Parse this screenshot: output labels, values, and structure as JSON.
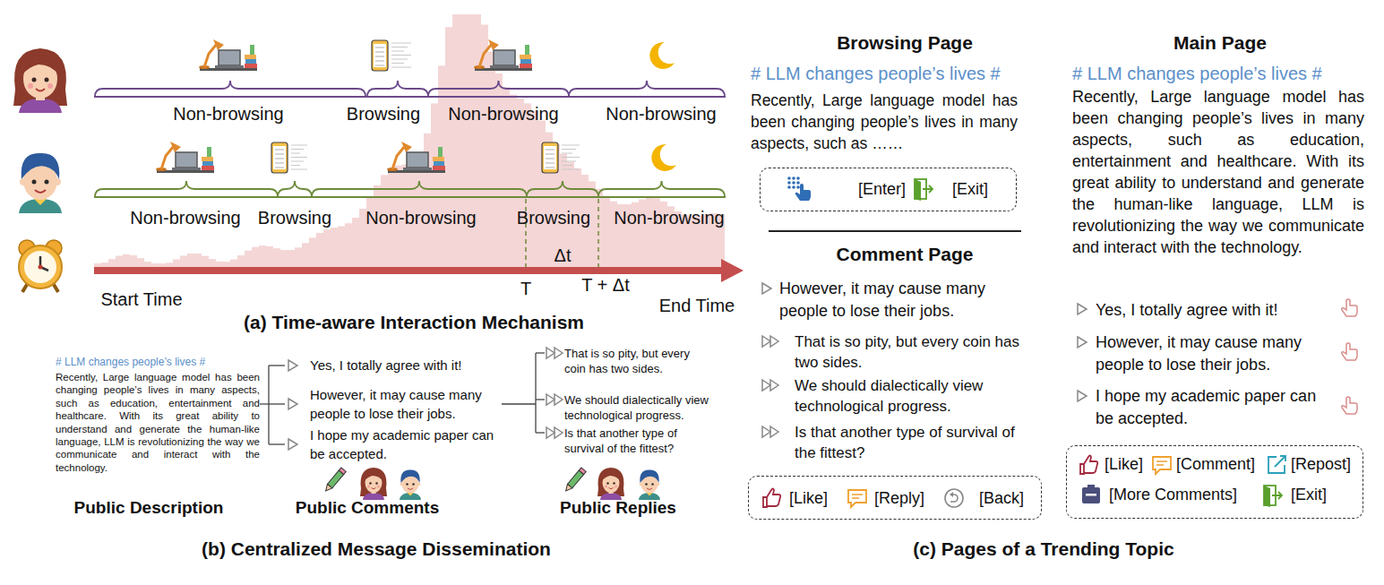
{
  "diagram": {
    "nodes": [
      {
        "text": [
          "[Enter]",
          "[Exit]"
        ]
      },
      {
        "text": [
          "[Like]",
          "[Reply]",
          "[Back]"
        ]
      },
      {
        "text": [
          "[Like]",
          "[Comment]",
          "[Repost]",
          "[More Comments]",
          "[Exit]"
        ]
      }
    ],
    "labels": [
      "Non-browsing",
      "Browsing",
      "Non-browsing",
      "Non-browsing",
      "Non-browsing",
      "Browsing",
      "Non-browsing",
      "Browsing",
      "Non-browsing",
      "Δt",
      "T",
      "T + Δt",
      "Start Time",
      "End Time",
      "(a) Time-aware Interaction Mechanism",
      "# LLM changes people’s lives #",
      "Recently, Large language model has been changing people’s lives in many aspects, such as education, entertainment and healthcare. With its great ability to understand and generate the human-like language, LLM is revolutionizing the way we communicate and interact with the technology.",
      "Yes, I totally agree with it!",
      "However, it may cause many people to lose their jobs.",
      "I hope my academic paper can be accepted.",
      "That is so pity, but every coin has two sides.",
      "We should dialectically view technological progress.",
      "Is that another type of survival of the fittest?",
      "Public Description",
      "Public Comments",
      "Public Replies",
      "(b) Centralized Message Dissemination",
      "Browsing Page",
      "# LLM changes people’s lives #",
      "Recently, Large language model has been changing people’s lives in many aspects, such as ……",
      "Comment Page",
      "However, it may cause many people to lose their jobs.",
      "That is so pity, but every coin has two sides.",
      "We should dialectically view technological progress.",
      "Is that another type of survival of the fittest?",
      "Main Page",
      "# LLM changes people’s lives #",
      "Recently, Large language model has been changing people’s lives in many aspects, such as education, entertainment and healthcare. With its great ability to understand and generate the human-like language, LLM is revolutionizing the way we communicate and interact with the technology.",
      "Yes, I totally agree with it!",
      "However, it may cause many people to lose their jobs.",
      "I hope my academic paper can be accepted.",
      "(c) Pages of a Trending Topic"
    ]
  }
}
